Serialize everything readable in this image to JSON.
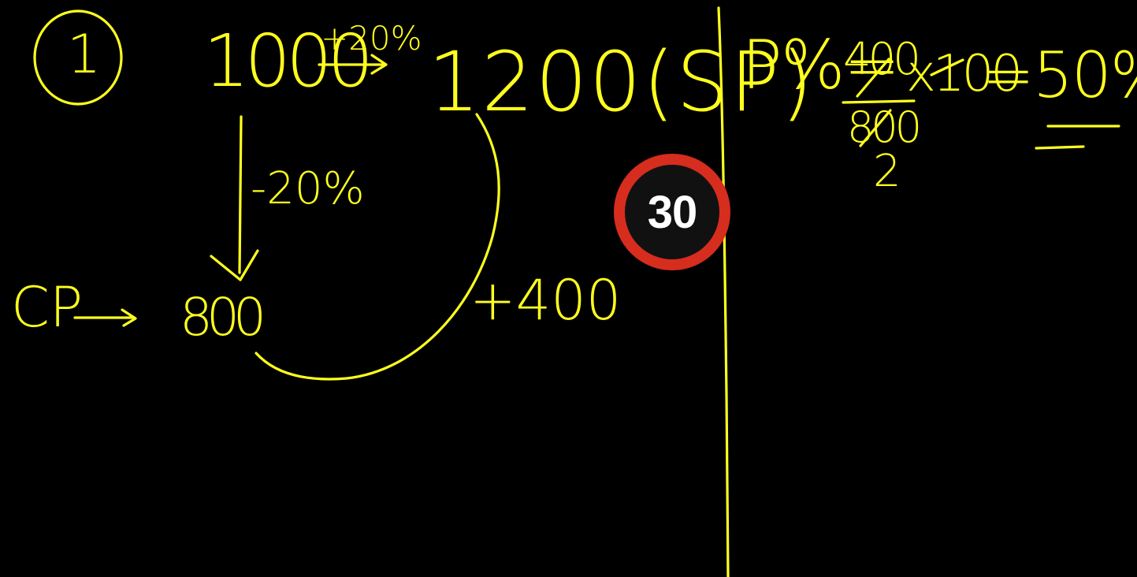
{
  "board": {
    "ink_color": "#ffff1e",
    "background": "#000000"
  },
  "left_work": {
    "problem_number": "1",
    "start_value": "1000",
    "increase_label": "+20%",
    "selling_price": "1200(SP)",
    "decrease_label": "-20%",
    "cost_price_label": "CP",
    "cost_price_value": "800",
    "difference_label": "+400"
  },
  "right_work": {
    "profit_label": "P%=",
    "numerator": "400",
    "denominator": "800",
    "reduced_value": "2",
    "multiplier": "x100",
    "result": "=50%"
  },
  "timer": {
    "value": "30",
    "ring_color": "#d62d1e",
    "text_color": "#ffffff"
  }
}
